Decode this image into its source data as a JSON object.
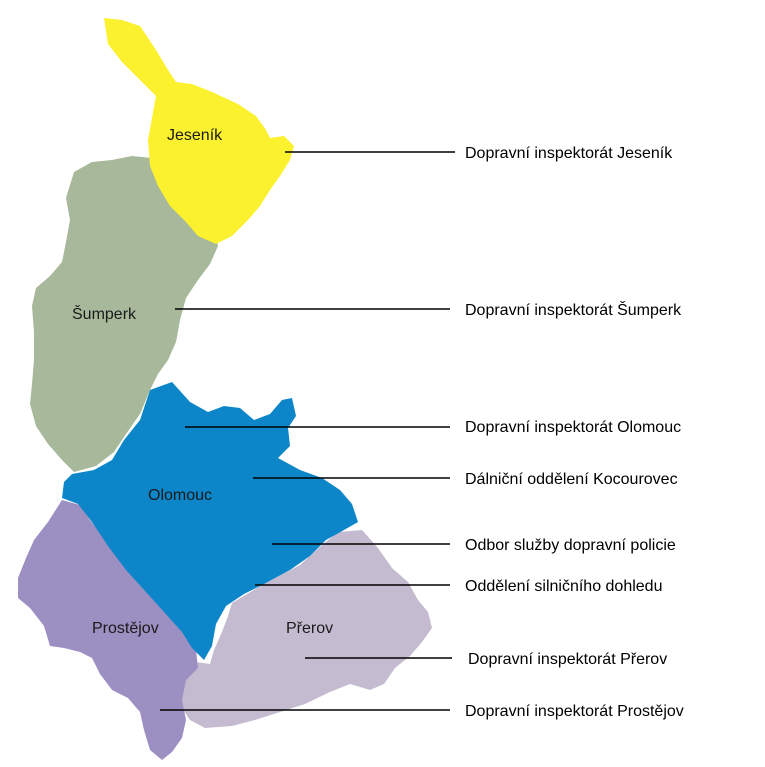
{
  "map": {
    "regions": [
      {
        "id": "jesenik",
        "name": "Jeseník",
        "color": "#fbf12e"
      },
      {
        "id": "sumperk",
        "name": "Šumperk",
        "color": "#a8b89a"
      },
      {
        "id": "olomouc",
        "name": "Olomouc",
        "color": "#0c86c8"
      },
      {
        "id": "prostejov",
        "name": "Prostějov",
        "color": "#9c8fc2"
      },
      {
        "id": "prerov",
        "name": "Přerov",
        "color": "#c5bbd0"
      }
    ],
    "callouts": [
      "Dopravní inspektorát Jeseník",
      "Dopravní inspektorát Šumperk",
      "Dopravní inspektorát Olomouc",
      "Dálniční oddělení Kocourovec",
      "Odbor služby dopravní policie",
      "Oddělení silničního dohledu",
      "Dopravní inspektorát Přerov",
      "Dopravní inspektorát Prostějov"
    ]
  }
}
